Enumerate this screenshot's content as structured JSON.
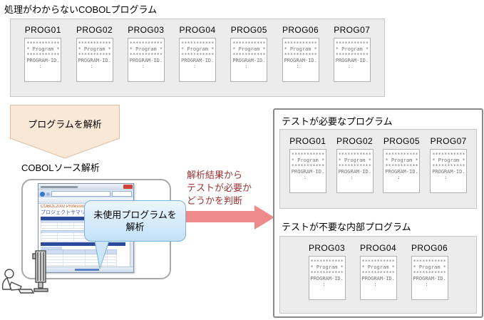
{
  "header": {
    "title": "処理がわからないCOBOLプログラム"
  },
  "program_card": {
    "lines": [
      "***********",
      "* Program *",
      "***********",
      "PROGRAM-ID.",
      ":"
    ]
  },
  "unknown_programs": {
    "names": [
      "PROG01",
      "PROG02",
      "PROG03",
      "PROG04",
      "PROG05",
      "PROG06",
      "PROG07"
    ]
  },
  "analyze_step": {
    "label": "プログラムを解析"
  },
  "analysis_tool": {
    "label": "COBOLソース解析",
    "callout": {
      "line1": "未使用プログラムを",
      "line2": "解析"
    },
    "browser": {
      "brand": "COBOL2002 Professional Tool Kit",
      "heading": "プロジェクトサマリ - 入出庫管理シ"
    }
  },
  "judgement": {
    "lines": [
      "解析結果から",
      "テストが必要か",
      "どうかを判断"
    ]
  },
  "results": {
    "needed": {
      "title": "テストが必要なプログラム",
      "names": [
        "PROG01",
        "PROG02",
        "PROG05",
        "PROG07"
      ]
    },
    "internal": {
      "title": "テストが不要な内部プログラム",
      "names": [
        "PROG03",
        "PROG04",
        "PROG06"
      ]
    }
  },
  "colors": {
    "panel_gray": "#ececec",
    "peach_fill": "#fae8d6",
    "peach_border": "#dcbf9f",
    "callout_fill": "#cde5f9",
    "callout_border": "#7db3da",
    "pink_arrow": "#ef8a8a",
    "judgement_text": "#993333",
    "navy_bar": "#2b4a9b"
  }
}
